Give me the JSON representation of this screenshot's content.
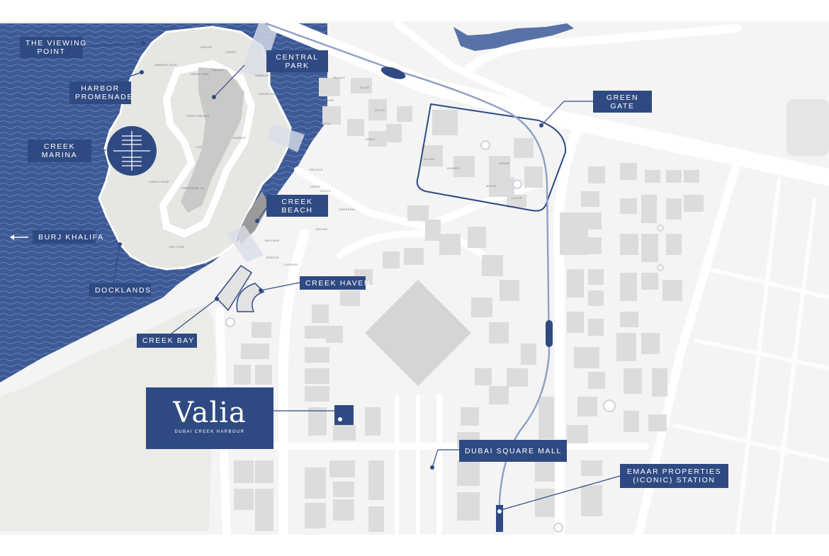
{
  "map": {
    "water_color": "#3d5a96",
    "land_color": "#ececeb",
    "road_color": "#ffffff",
    "line_color": "#2f4a82",
    "labels": {
      "viewing_point": [
        "THE VIEWING",
        "POINT"
      ],
      "harbor_promenade": [
        "HARBOR",
        "PROMENADE"
      ],
      "creek_marina": [
        "CREEK",
        "MARINA"
      ],
      "burj_khalifa": [
        "BURJ KHALIFA"
      ],
      "docklands": [
        "DOCKLANDS"
      ],
      "central_park": [
        "CENTRAL",
        "PARK"
      ],
      "creek_beach": [
        "CREEK",
        "BEACH"
      ],
      "green_gate": [
        "GREEN",
        "GATE"
      ],
      "creek_haven": [
        "CREEK HAVEN"
      ],
      "creek_bay": [
        "CREEK BAY"
      ],
      "dubai_square_mall": [
        "DUBAI SQUARE MALL"
      ],
      "emaar_station": [
        "EMAAR PROPERTIES",
        "(ICONIC) STATION"
      ]
    },
    "project": {
      "name": "Valia",
      "subtitle": "DUBAI CREEK HARBOUR"
    },
    "small_labels": {
      "island": [
        "GROVE",
        "CREEK",
        "HARBOR GATE",
        "CREEK RISE",
        "PALACE",
        "HARBOR VIEWS",
        "CREEK GATE",
        "CREEK PALACE",
        "LIFE",
        "HARBOR",
        "CREEK EDGE",
        "CREEKSIDE 18",
        "THE COVE"
      ],
      "beach": [
        "PRIVATE",
        "CREEK",
        "LOTUS",
        "GARDENIA",
        "ORCHID",
        "BAYVIEW",
        "BREEZE",
        "CYPRESS"
      ],
      "green_gate": [
        "VILLAS",
        "ALBERO",
        "CEDAR",
        "MAPLE",
        "LOTUS"
      ],
      "north": [
        "OLIVE",
        "ALTUS",
        "CEDAR",
        "MAPLE",
        "PALACE",
        "ORBIT"
      ]
    }
  }
}
